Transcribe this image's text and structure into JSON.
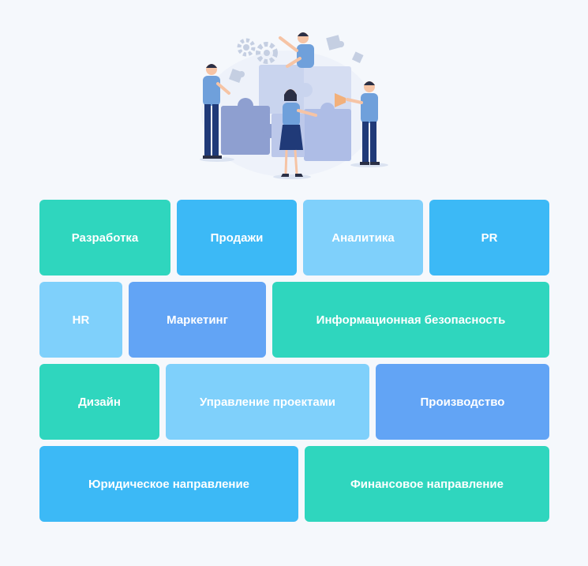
{
  "illustration": {
    "icon": "team-puzzle-illustration",
    "colors": {
      "puzzle_back": "#c9d4ee",
      "puzzle_dark": "#8e9fd0",
      "puzzle_mid": "#aebde6",
      "gear": "#c5cfe2",
      "skin": "#f6c4a5",
      "hair": "#2a2f45",
      "shirt": "#6fa0db",
      "pants": "#203a78"
    }
  },
  "tiles": {
    "row1": [
      {
        "label": "Разработка",
        "color": "#2fd6be"
      },
      {
        "label": "Продажи",
        "color": "#3cb9f6"
      },
      {
        "label": "Аналитика",
        "color": "#7fd0fb"
      },
      {
        "label": "PR",
        "color": "#3cb9f6"
      }
    ],
    "row2": [
      {
        "label": "HR",
        "color": "#7fd0fb"
      },
      {
        "label": "Маркетинг",
        "color": "#62a4f5"
      },
      {
        "label": "Информационная безопасность",
        "color": "#2fd6be"
      }
    ],
    "row3": [
      {
        "label": "Дизайн",
        "color": "#2fd6be"
      },
      {
        "label": "Управление проектами",
        "color": "#7fd0fb"
      },
      {
        "label": "Производство",
        "color": "#62a4f5"
      }
    ],
    "row4": [
      {
        "label": "Юридическое направление",
        "color": "#3cb9f6"
      },
      {
        "label": "Финансовое направление",
        "color": "#2fd6be"
      }
    ]
  }
}
